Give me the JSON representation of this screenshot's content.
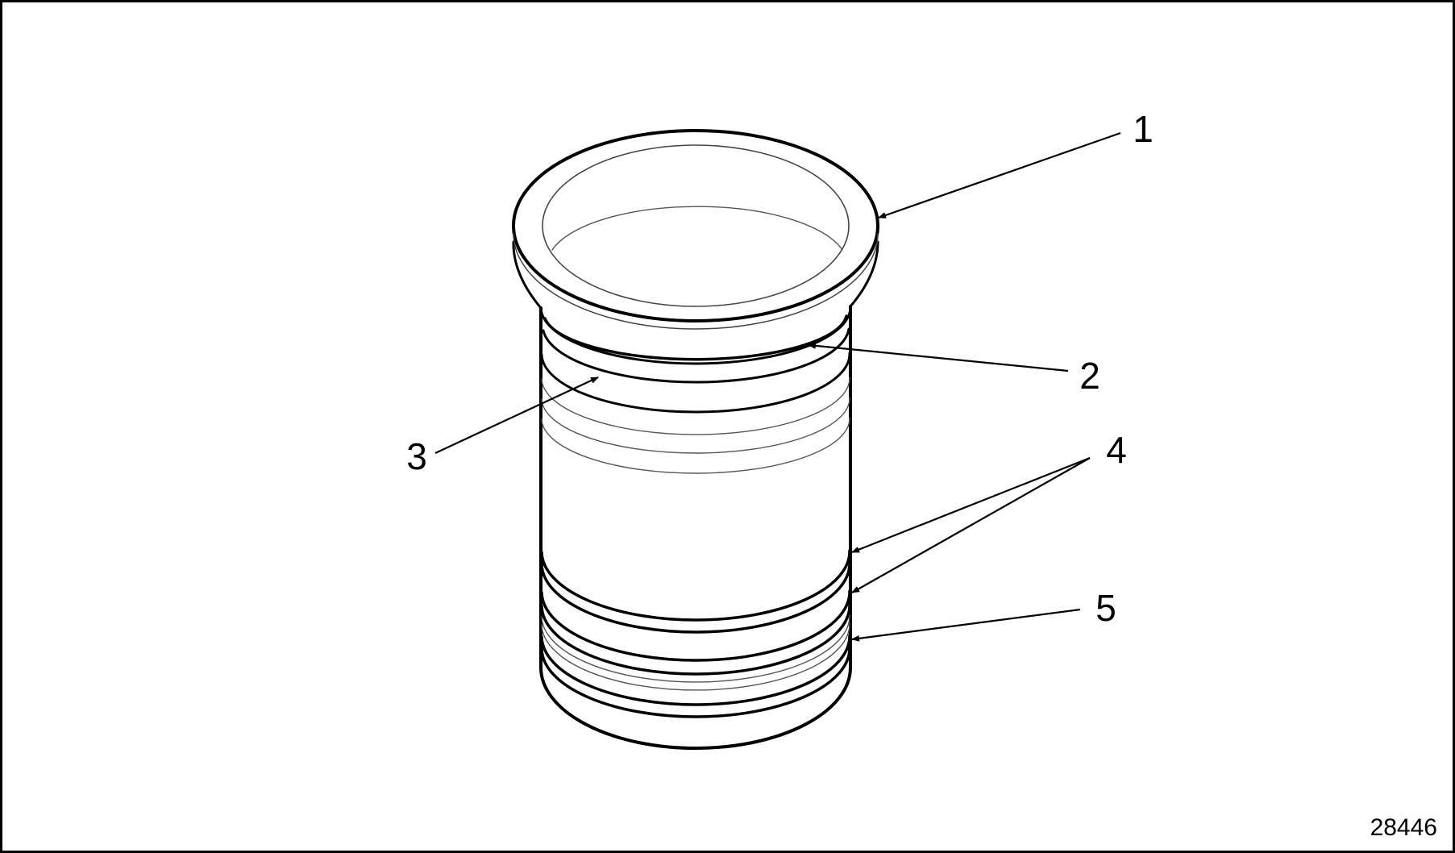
{
  "figure": {
    "figure_number": "28446",
    "callouts": [
      {
        "id": "1",
        "label": "1"
      },
      {
        "id": "2",
        "label": "2"
      },
      {
        "id": "3",
        "label": "3"
      },
      {
        "id": "4",
        "label": "4"
      },
      {
        "id": "5",
        "label": "5"
      }
    ]
  },
  "colors": {
    "line": "#000000",
    "thin_line": "#555555",
    "background": "#ffffff"
  }
}
